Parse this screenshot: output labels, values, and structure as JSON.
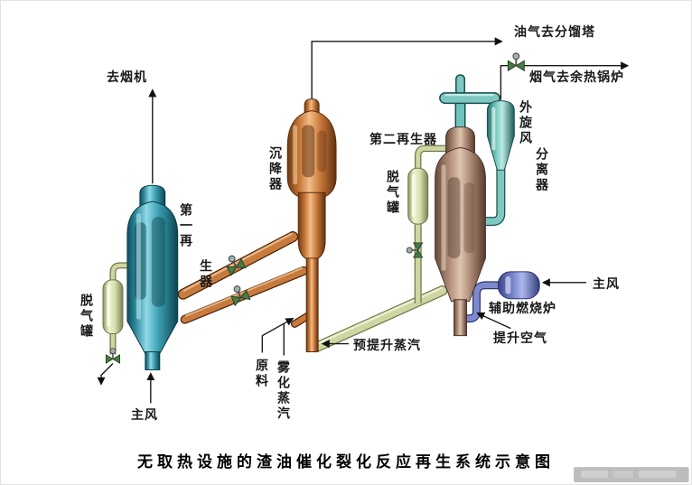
{
  "diagram": {
    "caption": "无取热设施的渣油催化裂化反应再生系统示意图",
    "labels": {
      "to_flue_gas_turbine": "去烟机",
      "regenerator1": [
        "第一再",
        "生器"
      ],
      "degas_tank_left": "脱气罐",
      "main_air_left": "主风",
      "settler": "沉降器",
      "feedstock": "原料",
      "atomizing_steam": "雾化蒸汽",
      "prelift_steam": "预提升蒸汽",
      "regenerator2": "第二再生器",
      "degas_tank_right": "脱气罐",
      "external_cyclone": [
        "外旋风",
        "分离器"
      ],
      "oil_gas_to_fractionator": "油气去分馏塔",
      "flue_gas_to_waste_heat_boiler": "烟气去余热锅炉",
      "aux_combustion_furnace": "辅助燃烧炉",
      "main_air_right": "主风",
      "lift_air": "提升空气"
    },
    "colors": {
      "regenerator1_teal": "#2f8fa3",
      "settler_orange": "#c87b3e",
      "regenerator2_tan": "#ab8672",
      "cyclone_teal": "#6fc3bd",
      "degas_pale": "#cfd6a2",
      "furnace_blue": "#7d89cf",
      "valve_green": "#4a7a4a",
      "line_dark": "#1a1a1a"
    }
  }
}
